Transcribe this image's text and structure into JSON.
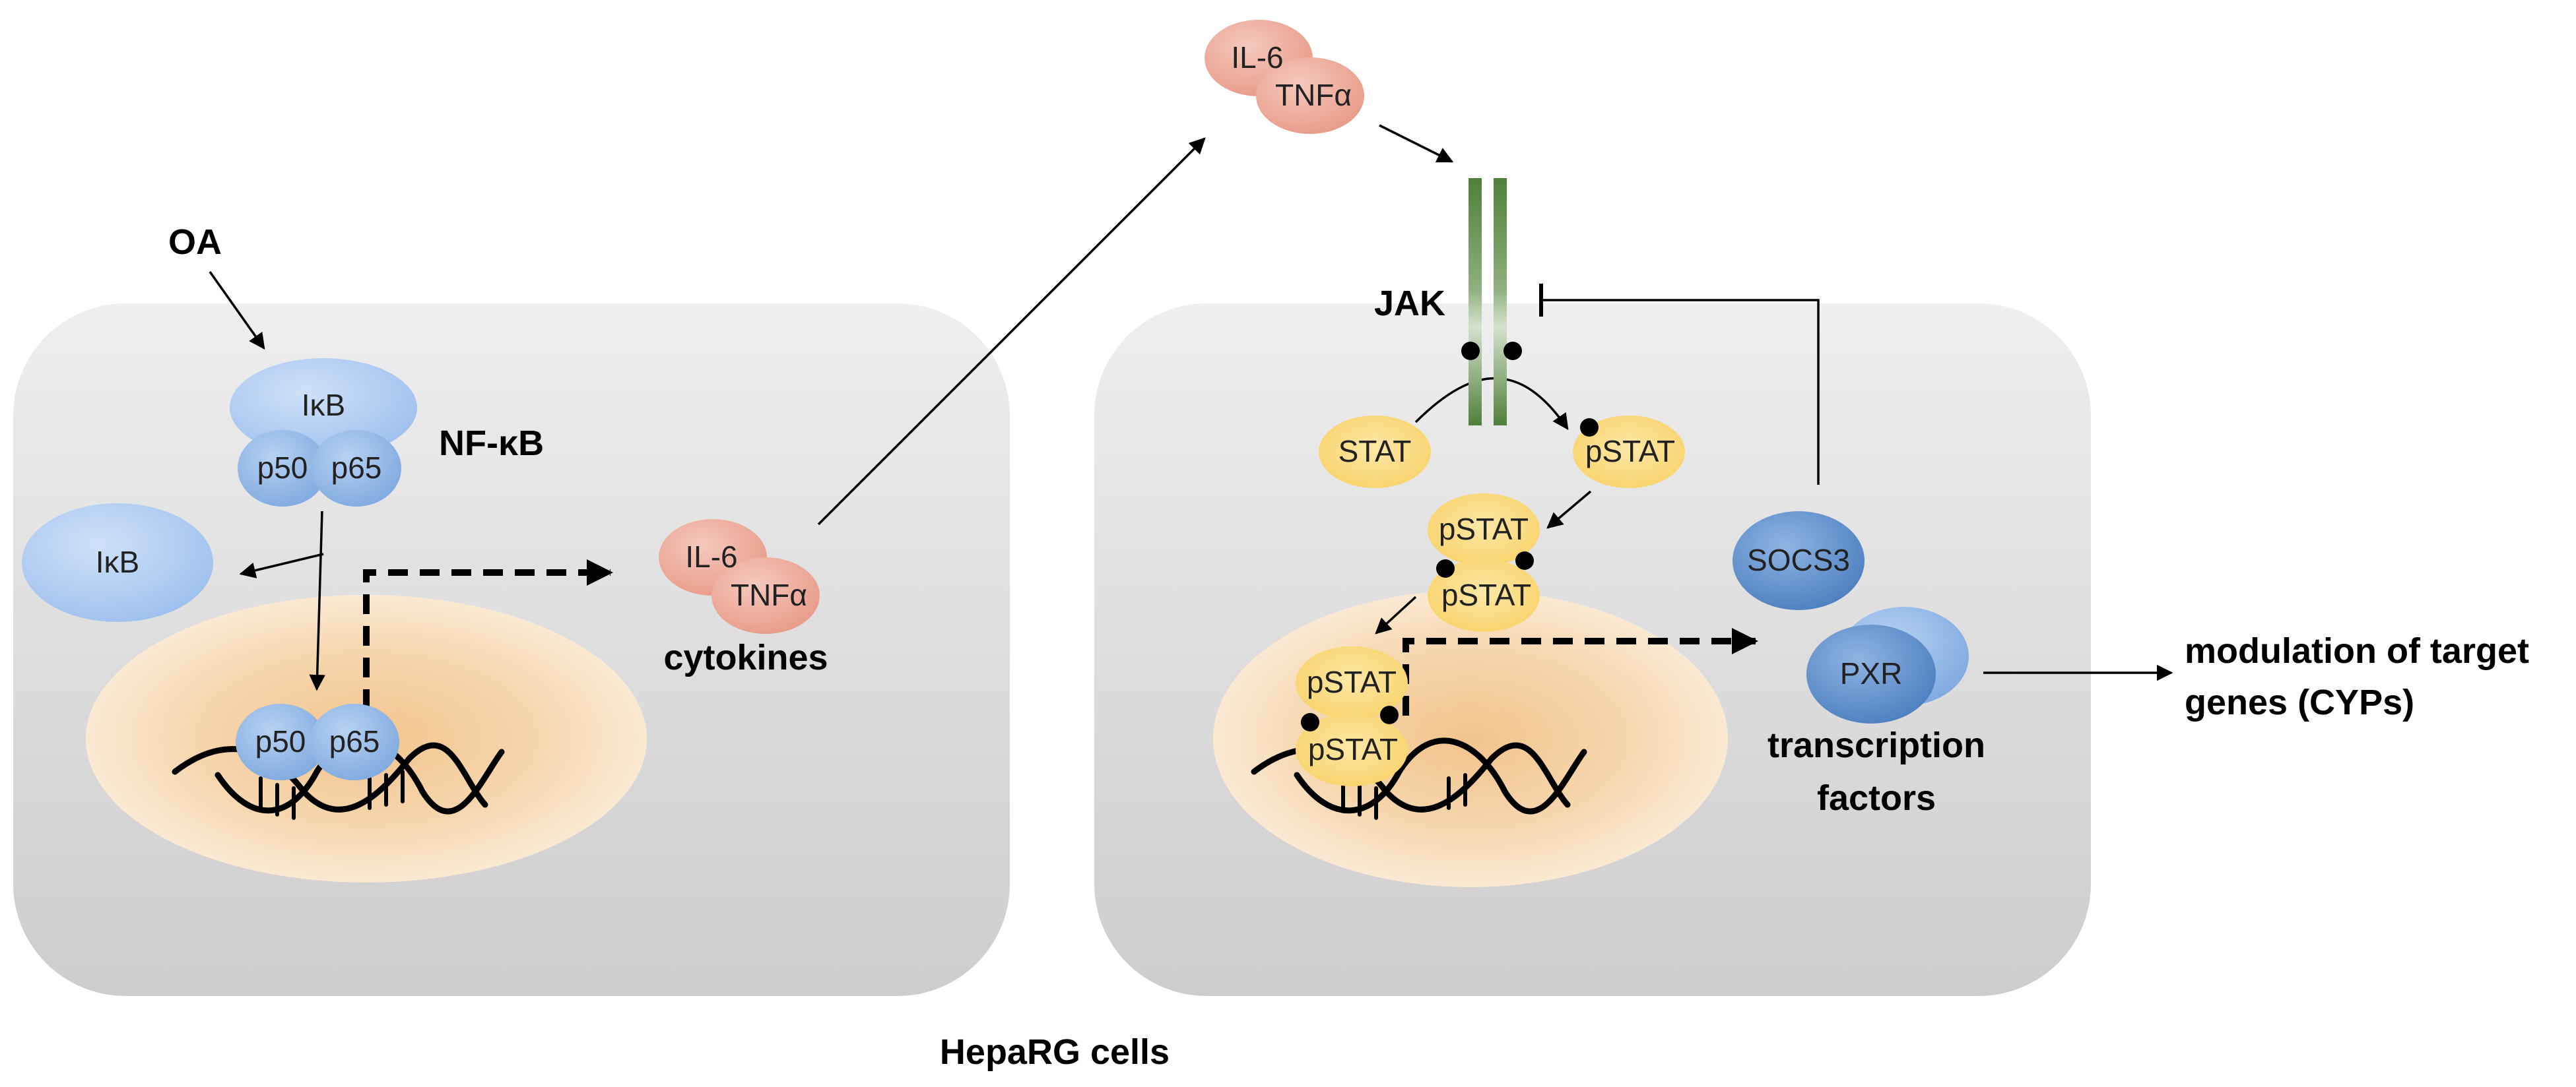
{
  "labels": {
    "oa": "OA",
    "nfkb": "NF-κB",
    "jak": "JAK",
    "cytokines": "cytokines",
    "transcription_factors_line1": "transcription",
    "transcription_factors_line2": "factors",
    "modulation_line1": "modulation of target",
    "modulation_line2": "genes (CYPs)",
    "caption": "HepaRG cells"
  },
  "proteins": {
    "ikb": "IκB",
    "p50": "p50",
    "p65": "p65",
    "il6": "IL-6",
    "tnfa": "TNFα",
    "stat": "STAT",
    "pstat": "pSTAT",
    "socs3": "SOCS3",
    "pxr": "PXR"
  },
  "colors": {
    "cell_fill_top": "#efefef",
    "cell_fill_bottom": "#cfcdcd",
    "nucleus": "#f2c690",
    "nfkb_blue": "#a9c8ef",
    "cytokine_red": "#eba392",
    "stat_yellow": "#fbd774",
    "tf_blue": "#5b8dc9",
    "receptor_green": "#4f7f3a"
  }
}
